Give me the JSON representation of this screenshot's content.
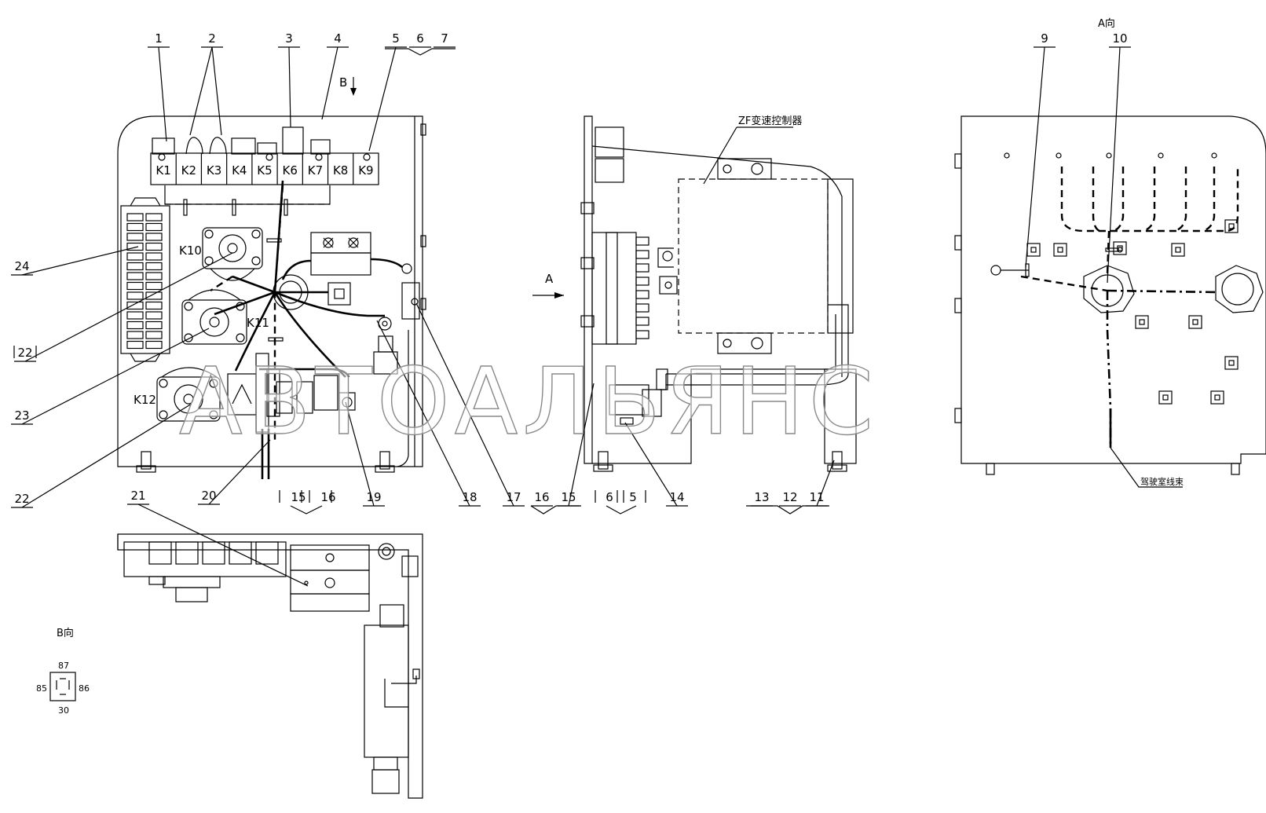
{
  "colors": {
    "line": "#000000",
    "background": "#ffffff",
    "watermark_outline": "#8a8a8a"
  },
  "callouts": [
    "1",
    "2",
    "3",
    "4",
    "5",
    "6",
    "7",
    "9",
    "10",
    "11",
    "12",
    "13",
    "14",
    "15",
    "16",
    "17",
    "18",
    "19",
    "20",
    "21",
    "22",
    "22",
    "23",
    "24"
  ],
  "callouts_boxed": [
    "22",
    "15",
    "16",
    "6",
    "5"
  ],
  "relays_top": [
    "K1",
    "K2",
    "K3",
    "K4",
    "K5",
    "K6",
    "K7",
    "K8",
    "K9"
  ],
  "relays_side": [
    "K10",
    "K11",
    "K12"
  ],
  "view_labels": {
    "view_a": "A向",
    "view_b": "B向",
    "arrow_a": "A",
    "arrow_b": "B"
  },
  "zf_controller": "ZF变速控制器",
  "cab_harness": "驾驶室线束",
  "socket_pins": [
    "87",
    "85",
    "86",
    "30"
  ],
  "watermark": "АВТОАЛЬЯНС"
}
